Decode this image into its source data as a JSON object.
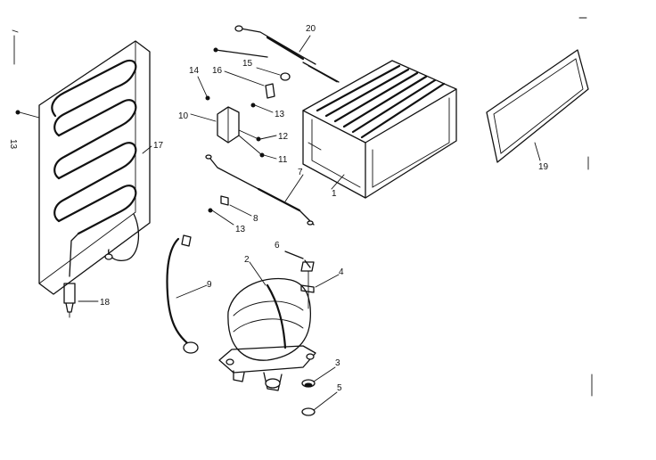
{
  "parts": [
    {
      "id": "p1",
      "label": "1",
      "name": "evaporator"
    },
    {
      "id": "p2",
      "label": "2",
      "name": "compressor"
    },
    {
      "id": "p3",
      "label": "3",
      "name": "grommet"
    },
    {
      "id": "p4",
      "label": "4",
      "name": "clip"
    },
    {
      "id": "p5",
      "label": "5",
      "name": "washer"
    },
    {
      "id": "p6",
      "label": "6",
      "name": "bolt"
    },
    {
      "id": "p7",
      "label": "7",
      "name": "capillary-tube"
    },
    {
      "id": "p8",
      "label": "8",
      "name": "screw"
    },
    {
      "id": "p9",
      "label": "9",
      "name": "power-cord"
    },
    {
      "id": "p10",
      "label": "10",
      "name": "thermostat"
    },
    {
      "id": "p11",
      "label": "11",
      "name": "wire"
    },
    {
      "id": "p12",
      "label": "12",
      "name": "screw-small"
    },
    {
      "id": "p13a",
      "label": "13",
      "name": "screw-thermostat"
    },
    {
      "id": "p13b",
      "label": "13",
      "name": "screw-lower"
    },
    {
      "id": "p13c",
      "label": "13",
      "name": "screw-condenser"
    },
    {
      "id": "p14",
      "label": "14",
      "name": "sensor"
    },
    {
      "id": "p15",
      "label": "15",
      "name": "knob"
    },
    {
      "id": "p16",
      "label": "16",
      "name": "shaft"
    },
    {
      "id": "p17",
      "label": "17",
      "name": "condenser"
    },
    {
      "id": "p18",
      "label": "18",
      "name": "drier"
    },
    {
      "id": "p19",
      "label": "19",
      "name": "tray"
    },
    {
      "id": "p20",
      "label": "20",
      "name": "tube-assembly"
    }
  ]
}
